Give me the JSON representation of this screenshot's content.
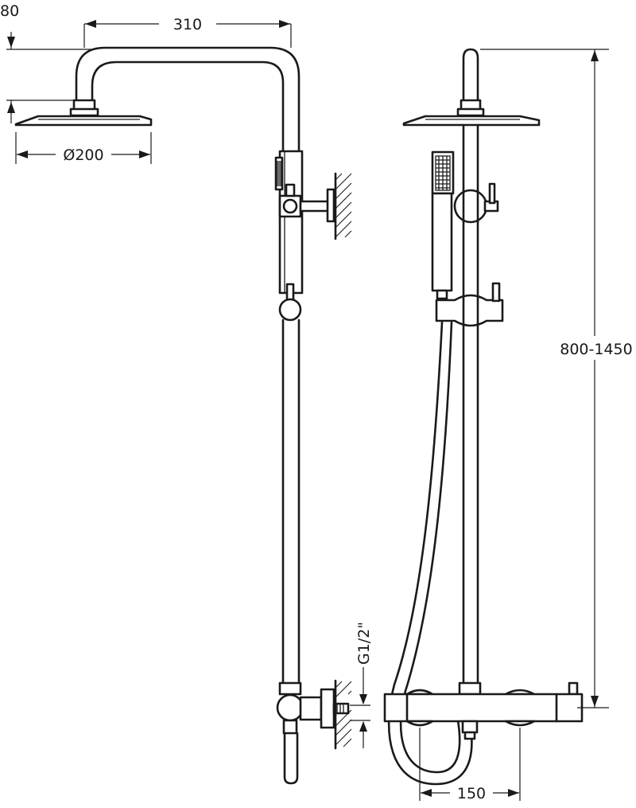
{
  "dimensions": {
    "head_offset": "80",
    "arm_reach": "310",
    "head_diameter": "Ø200",
    "height_range": "800-1450",
    "thread_size": "G1/2\"",
    "inlet_spacing": "150"
  }
}
